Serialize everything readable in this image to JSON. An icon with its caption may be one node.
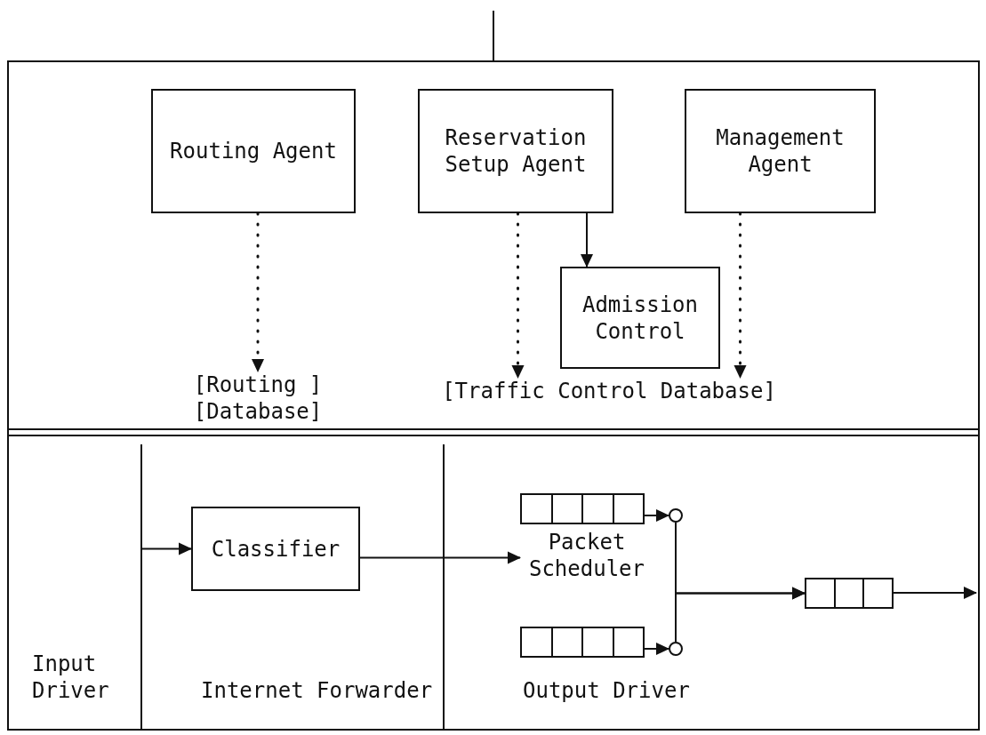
{
  "diagram": {
    "nodes": [
      {
        "text": [],
        "shape": "box"
      },
      {
        "text": [
          "Routing Agent"
        ],
        "in": 0
      },
      {
        "text": [
          "Reservation Setup Agent"
        ],
        "in": 0
      },
      {
        "text": [
          "Management Agent"
        ],
        "in": 0
      },
      {
        "text": [
          "Admission Control"
        ],
        "in": 0
      },
      {
        "text": [
          "[Routing ] [Database]"
        ],
        "in": 0
      },
      {
        "text": [
          "[Traffic Control Database]"
        ],
        "in": 0
      },
      {
        "text": [
          "Input Driver"
        ],
        "in": 0
      },
      {
        "text": [
          "Internet Forwarder"
        ],
        "in": 0
      },
      {
        "text": [
          "Classifier"
        ],
        "in": 8
      },
      {
        "text": [
          "Output Driver"
        ],
        "in": 0
      },
      {
        "text": [
          "Packet Scheduler"
        ],
        "in": 10
      },
      {
        "text": [],
        "shape": "bar",
        "in": 10
      },
      {
        "text": [],
        "shape": "circle",
        "in": 10
      },
      {
        "text": [],
        "shape": "bar",
        "in": 10
      },
      {
        "text": [],
        "shape": "circle",
        "in": 10
      },
      {
        "text": [],
        "shape": "bar",
        "in": 10
      }
    ],
    "edges": [
      {
        "from": null,
        "to": 0,
        "arrow": "none"
      },
      {
        "from": 1,
        "to": 5,
        "arrow": "to",
        "style": "dashed"
      },
      {
        "from": 2,
        "to": 4,
        "arrow": "to"
      },
      {
        "from": 2,
        "to": 6,
        "arrow": "to",
        "style": "dashed"
      },
      {
        "from": 3,
        "to": 6,
        "arrow": "to",
        "style": "dashed"
      },
      {
        "from": 7,
        "to": 9,
        "arrow": "to"
      },
      {
        "from": 9,
        "to": 11,
        "arrow": "to"
      },
      {
        "from": 12,
        "to": 13,
        "arrow": "to"
      },
      {
        "from": 14,
        "to": 15,
        "arrow": "to"
      },
      {
        "from": 13,
        "to": 16,
        "arrow": "to"
      },
      {
        "from": 15,
        "to": 16,
        "arrow": "to"
      },
      {
        "from": 16,
        "to": null,
        "arrow": "to"
      }
    ]
  }
}
